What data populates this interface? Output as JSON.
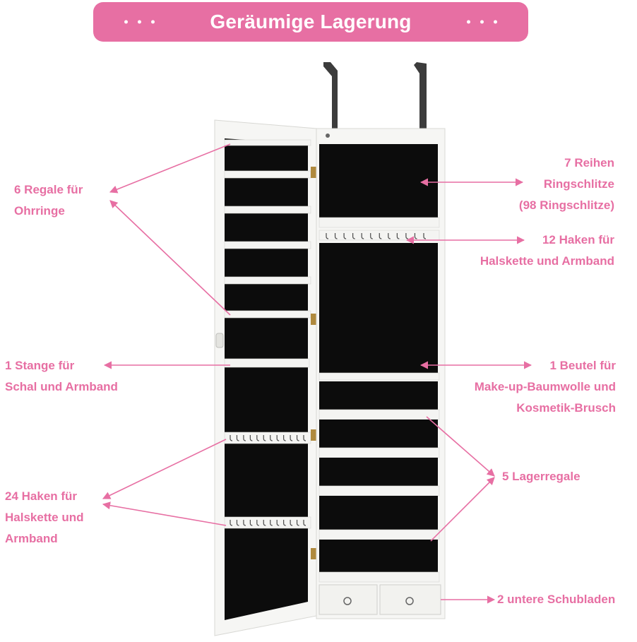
{
  "colors": {
    "accent": "#e76fa3",
    "cabinet": "#f6f6f4",
    "cabinet_edge": "#d8d8d4",
    "lining": "#0c0c0c",
    "hook": "#4a4a4a"
  },
  "banner": {
    "title": "Geräumige Lagerung"
  },
  "labels": {
    "earring_shelves": [
      "6 Regale für",
      "Ohrringe"
    ],
    "scarf_bar": [
      "1 Stange für",
      "Schal und Armband"
    ],
    "door_hooks": [
      "24 Haken für",
      "Halskette und",
      "Armband"
    ],
    "ring_slots": [
      "7 Reihen",
      "Ringschlitze",
      "(98 Ringschlitze)"
    ],
    "necklace_hooks": [
      "12 Haken für",
      "Halskette und Armband"
    ],
    "pouch": [
      "1 Beutel für",
      "Make-up-Baumwolle und",
      "Kosmetik-Brusch"
    ],
    "storage_shelves": [
      "5 Lagerregale"
    ],
    "drawers": [
      "2 untere Schubladen"
    ]
  }
}
